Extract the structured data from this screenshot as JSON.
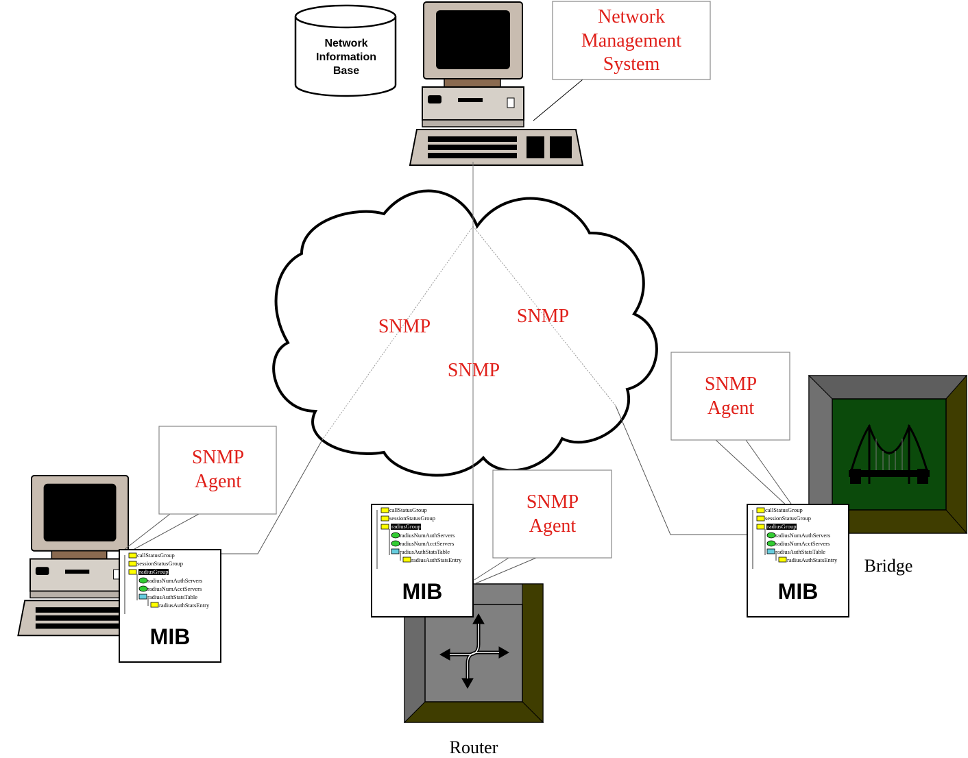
{
  "database": {
    "lines": [
      "Network",
      "Information",
      "Base"
    ]
  },
  "nms": {
    "lines": [
      "Network",
      "Management",
      "System"
    ]
  },
  "protocol_labels": [
    "SNMP",
    "SNMP",
    "SNMP"
  ],
  "agents": [
    {
      "lines": [
        "SNMP",
        "Agent"
      ]
    },
    {
      "lines": [
        "SNMP",
        "Agent"
      ]
    },
    {
      "lines": [
        "SNMP",
        "Agent"
      ]
    }
  ],
  "mib": {
    "title": "MIB",
    "tree": [
      "callStatusGroup",
      "sessionStatusGroup",
      "radiusGroup",
      "radiusNumAuthServers",
      "radiusNumAcctServers",
      "radiusAuthStatsTable",
      "radiusAuthStatsEntry"
    ]
  },
  "devices": {
    "router": "Router",
    "bridge": "Bridge"
  },
  "colors": {
    "label_red": "#e0201a",
    "bridge_green": "#0b4a0b",
    "olive": "#3f3d00",
    "gray": "#808080",
    "computer_beige": "#c8bcb0"
  }
}
